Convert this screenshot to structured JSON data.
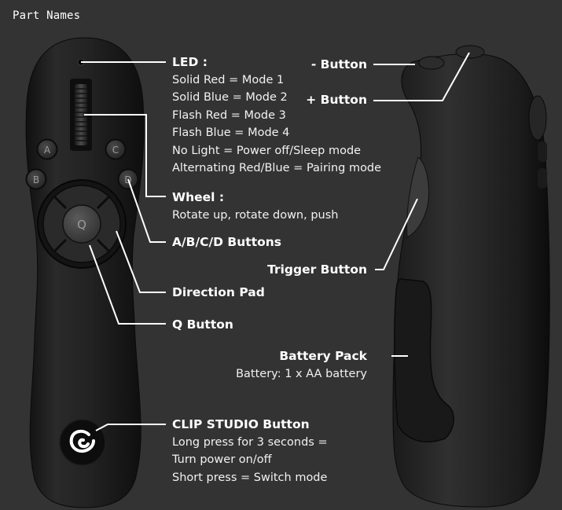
{
  "title": "Part Names",
  "device": {
    "button_letters": [
      "A",
      "B",
      "C",
      "D"
    ],
    "center_letter": "Q"
  },
  "labels": {
    "led": {
      "heading": "LED :",
      "lines": [
        "Solid Red = Mode 1",
        "Solid Blue = Mode 2",
        "Flash Red = Mode 3",
        "Flash Blue = Mode 4",
        "No Light = Power off/Sleep mode",
        "Alternating Red/Blue = Pairing mode"
      ]
    },
    "wheel": {
      "heading": "Wheel :",
      "lines": [
        "Rotate up, rotate down, push"
      ]
    },
    "abcd": {
      "heading": "A/B/C/D Buttons"
    },
    "dpad": {
      "heading": "Direction Pad"
    },
    "q": {
      "heading": "Q Button"
    },
    "clip": {
      "heading": "CLIP STUDIO Button",
      "lines": [
        "Long press for 3 seconds =",
        "Turn power on/off",
        "Short press = Switch mode"
      ]
    },
    "minus": {
      "heading": "- Button"
    },
    "plus": {
      "heading": "+ Button"
    },
    "trigger": {
      "heading": "Trigger Button"
    },
    "battery": {
      "heading": "Battery Pack",
      "lines": [
        "Battery: 1 x AA battery"
      ]
    }
  },
  "colors": {
    "background": "#333333",
    "device_body": "#1e1e1e",
    "text": "#ffffff",
    "leader_line": "#ffffff"
  }
}
